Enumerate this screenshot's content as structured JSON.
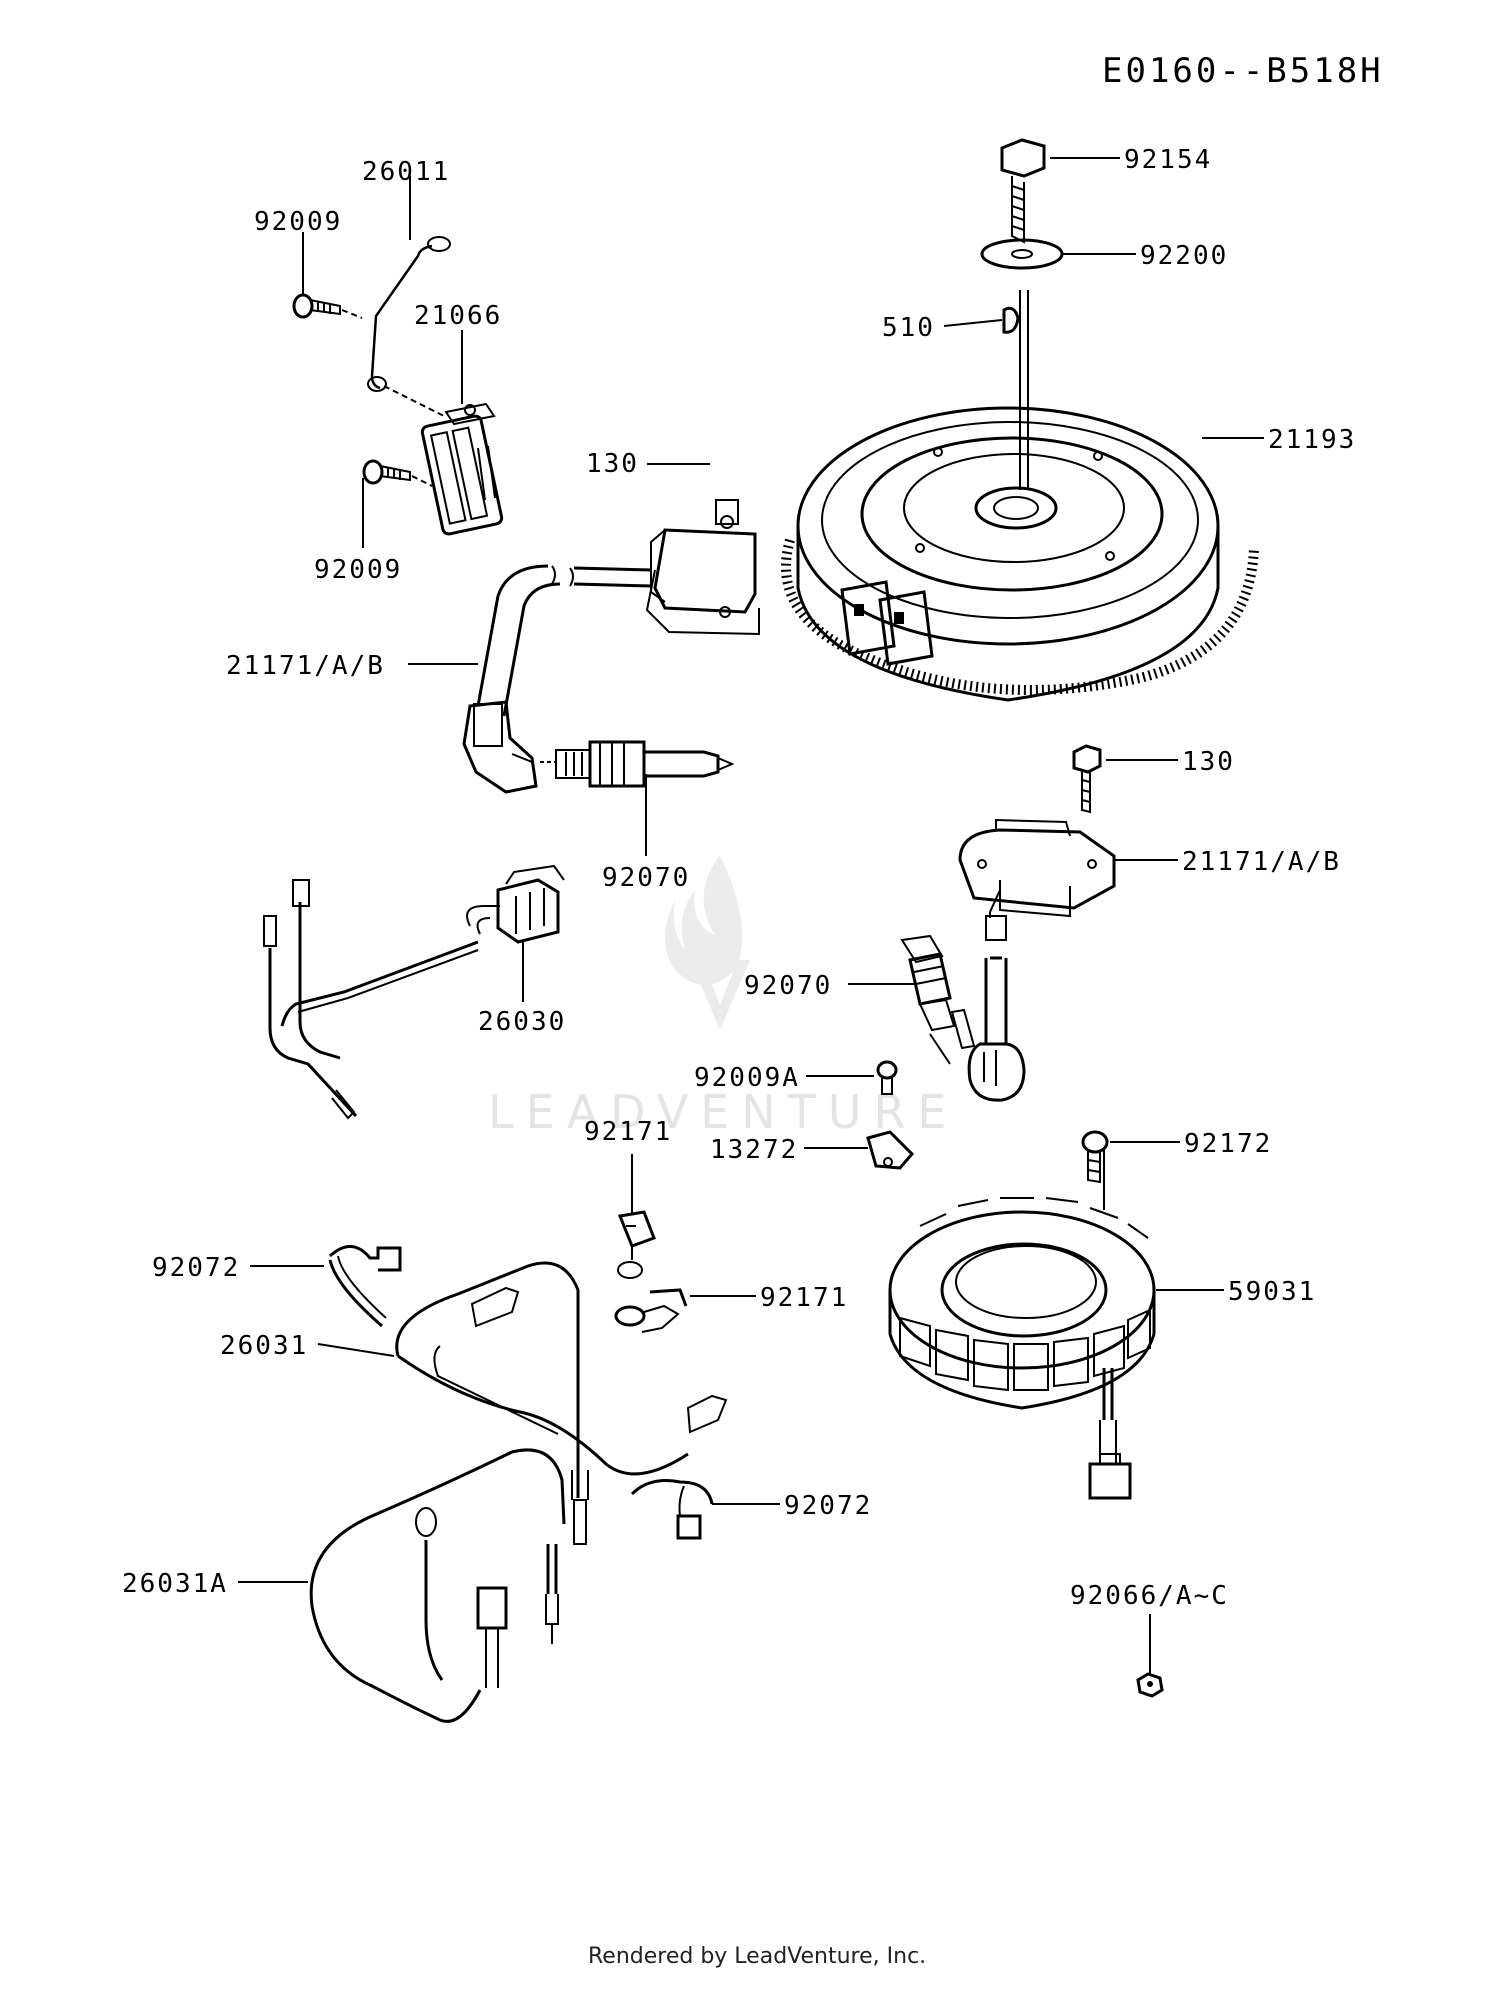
{
  "diagram_id": "E0160--B518H",
  "footer": "Rendered by LeadVenture, Inc.",
  "watermark": "LEADVENTURE",
  "colors": {
    "line": "#000000",
    "watermark": "#e4e4e4",
    "background": "#ffffff"
  },
  "labels": {
    "l26011": "26011",
    "l92009_top": "92009",
    "l21066": "21066",
    "l92009_bottom": "92009",
    "l130_top": "130",
    "l21171_left": "21171/A/B",
    "l92070_top": "92070",
    "l26030": "26030",
    "l92154": "92154",
    "l92200": "92200",
    "l510": "510",
    "l21193": "21193",
    "l130_right": "130",
    "l21171_right": "21171/A/B",
    "l92070_mid": "92070",
    "l92009A": "92009A",
    "l92171_top": "92171",
    "l13272": "13272",
    "l92172": "92172",
    "l92072_left": "92072",
    "l92171_mid": "92171",
    "l59031": "59031",
    "l26031": "26031",
    "l92072_right": "92072",
    "l26031A": "26031A",
    "l92066": "92066/A~C"
  }
}
